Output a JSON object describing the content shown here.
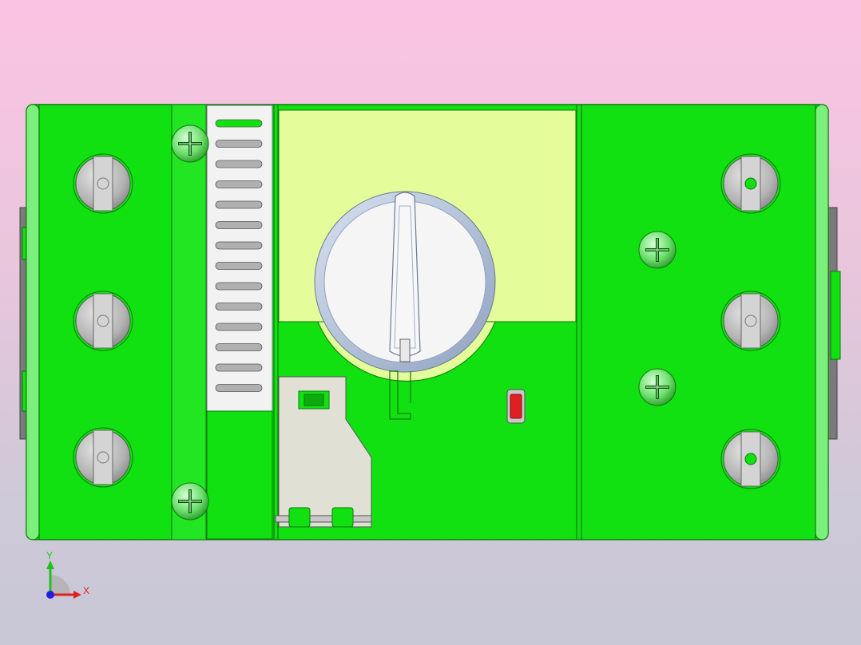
{
  "viewport": {
    "background_top": "#fbc3e3",
    "background_bottom": "#c8c8d6"
  },
  "colors": {
    "housing_green": "#11e011",
    "housing_edge": "#0c7a0c",
    "light_green": "#7cf07c",
    "window_yellow": "#e4fc9a",
    "vent_frame": "#f2f2f2",
    "vent_slot": "#b0b0b0",
    "knob_white": "#f5f5f5",
    "knob_ring": "#a8b8d0",
    "latch_gray": "#e0e0d4",
    "screw_gray": "#b8b8b8",
    "led_red": "#e02020"
  },
  "model": {
    "terminal_screws_left": 3,
    "terminal_screws_right": 3,
    "phillips_screws": 4,
    "vent_slots": 14,
    "rotary_knob": "selector-knob",
    "indicator": "red-led"
  },
  "triad": {
    "x_label": "X",
    "y_label": "Y",
    "x_color": "#e02020",
    "y_color": "#20c020",
    "z_color": "#2020e0"
  }
}
